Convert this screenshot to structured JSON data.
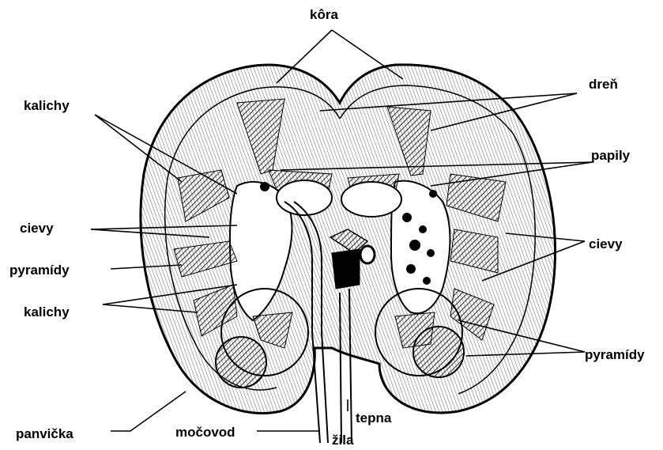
{
  "labels": {
    "kora": "kôra",
    "dren": "dreň",
    "kalichy_top": "kalichy",
    "papily": "papily",
    "cievy_left": "cievy",
    "cievy_right": "cievy",
    "pyramidy_left": "pyramídy",
    "kalichy_bottom": "kalichy",
    "pyramidy_right": "pyramídy",
    "panvicka": "panvička",
    "mocovod": "močovod",
    "tepna": "tepna",
    "zila": "žila"
  },
  "colors": {
    "ink": "#000000",
    "background": "#ffffff"
  }
}
